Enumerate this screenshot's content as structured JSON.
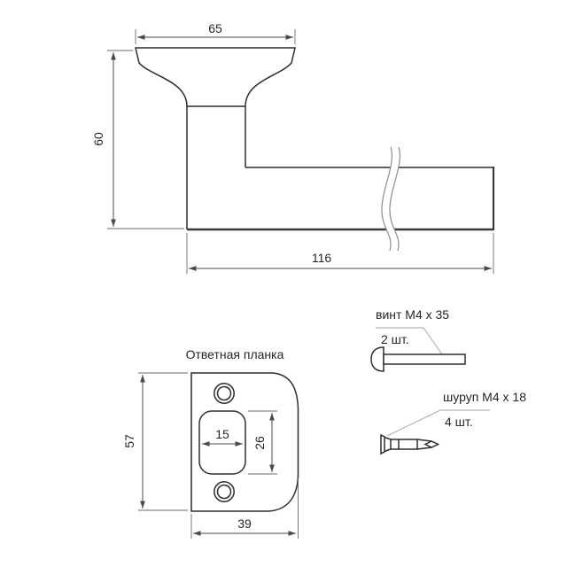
{
  "drawing": {
    "handle": {
      "dims": {
        "top_width": "65",
        "height": "60",
        "length": "116"
      }
    },
    "strike_plate": {
      "title": "Ответная планка",
      "dims": {
        "height": "57",
        "width": "39",
        "latch_width": "15",
        "latch_height": "26"
      }
    },
    "hardware": {
      "machine_screw": {
        "label": "винт М4 х 35",
        "quantity": "2 шт."
      },
      "wood_screw": {
        "label": "шуруп М4 х 18",
        "quantity": "4 шт."
      }
    },
    "colors": {
      "background": "#ffffff",
      "outline": "#2e2e2e",
      "dimension_lines": "#4a4a4a",
      "leader_lines": "#b5b5b5",
      "text": "#262626"
    }
  }
}
